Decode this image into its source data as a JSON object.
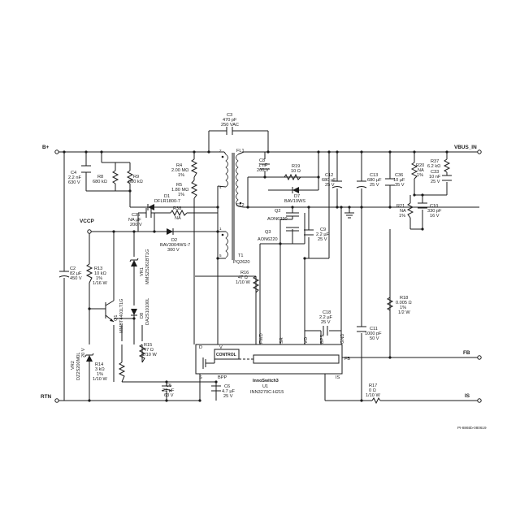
{
  "nets": {
    "b_plus": "B+",
    "rtn": "RTN",
    "vccp": "VCCP",
    "vbus_in": "VBUS_IN",
    "fb": "FB",
    "is": "IS"
  },
  "ic": {
    "family": "InnoSwitch3",
    "ref": "U1",
    "part": "INN3270C-H215",
    "control": "CONTROL",
    "pins": {
      "d": "D",
      "v": "V",
      "s": "S",
      "bpp": "BPP",
      "fwd": "FWD",
      "sr": "SR",
      "vo": "VO",
      "bps": "BPS",
      "gnd": "GND",
      "fb": "FB",
      "is": "IS"
    }
  },
  "transformer": {
    "ref": "T1",
    "part": "PQ2620",
    "fl1": "FL1",
    "fl2": "FL2",
    "pins": [
      "2",
      "4",
      "1",
      "5"
    ]
  },
  "components": {
    "c3": [
      "C3",
      "470 pF",
      "250 VAC"
    ],
    "c4": [
      "C4",
      "2.2 nF",
      "630 V"
    ],
    "r8": [
      "R8",
      "680 kΩ"
    ],
    "r9": [
      "R9",
      "680 kΩ"
    ],
    "r4": [
      "R4",
      "2.00 MΩ",
      "1%"
    ],
    "r5": [
      "R5",
      "1.80 MΩ",
      "1%"
    ],
    "d1": [
      "D1",
      "DFLR1800-7"
    ],
    "c35": [
      "C35",
      "NA µF",
      "200 V"
    ],
    "r38": [
      "R38",
      "NA"
    ],
    "d2": [
      "D2",
      "BAV3004WS-7",
      "300 V"
    ],
    "vr1": [
      "VR1",
      "MMSZ5261BT1G"
    ],
    "d8": [
      "D8",
      "DA2S10100L"
    ],
    "q1": [
      "Q1",
      "MMBT4401LT1G"
    ],
    "c2": [
      "C2",
      "82 µF",
      "450 V"
    ],
    "r13": [
      "R13",
      "10 kΩ",
      "1%",
      "1/16 W"
    ],
    "vr2": [
      "VR2",
      "DZ2S200M0L",
      "20 V"
    ],
    "r14": [
      "R14",
      "3 kΩ",
      "1%",
      "1/10 W"
    ],
    "r15": [
      "R15",
      "47 Ω",
      "1/10 W"
    ],
    "c5": [
      "C5",
      "22 µF",
      "63 V"
    ],
    "c6": [
      "C6",
      "4.7 µF",
      "25 V"
    ],
    "r16": [
      "R16",
      "47 Ω",
      "1/10 W"
    ],
    "c8": [
      "C8",
      "1 nF",
      "200 V"
    ],
    "r19": [
      "R19",
      "10 Ω"
    ],
    "d7": [
      "D7",
      "BAV19WS"
    ],
    "q2": [
      "Q2",
      "AON6220"
    ],
    "q3": [
      "Q3",
      "AON6220"
    ],
    "c9": [
      "C9",
      "2.2 µF",
      "25 V"
    ],
    "c12": [
      "C12",
      "680 µF",
      "25 V"
    ],
    "c13": [
      "C13",
      "680 µF",
      "25 V"
    ],
    "c36": [
      "C36",
      "10 µF",
      "35 V"
    ],
    "r20": [
      "R20",
      "NA",
      "1%"
    ],
    "r37": [
      "R37",
      "6.2 kΩ"
    ],
    "c33": [
      "C33",
      "10 nF",
      "25 V"
    ],
    "r21": [
      "R21",
      "NA",
      "1%"
    ],
    "c10": [
      "C10",
      "330 pF",
      "16 V"
    ],
    "c18": [
      "C18",
      "2.2 µF",
      "25 V"
    ],
    "r18": [
      "R18",
      "0.005 Ω",
      "1%",
      "1/2 W"
    ],
    "c11": [
      "C11",
      "1000 pF",
      "50 V"
    ],
    "r17": [
      "R17",
      "0 Ω",
      "1/10 W"
    ]
  },
  "footer": "PI-8865b-080619"
}
